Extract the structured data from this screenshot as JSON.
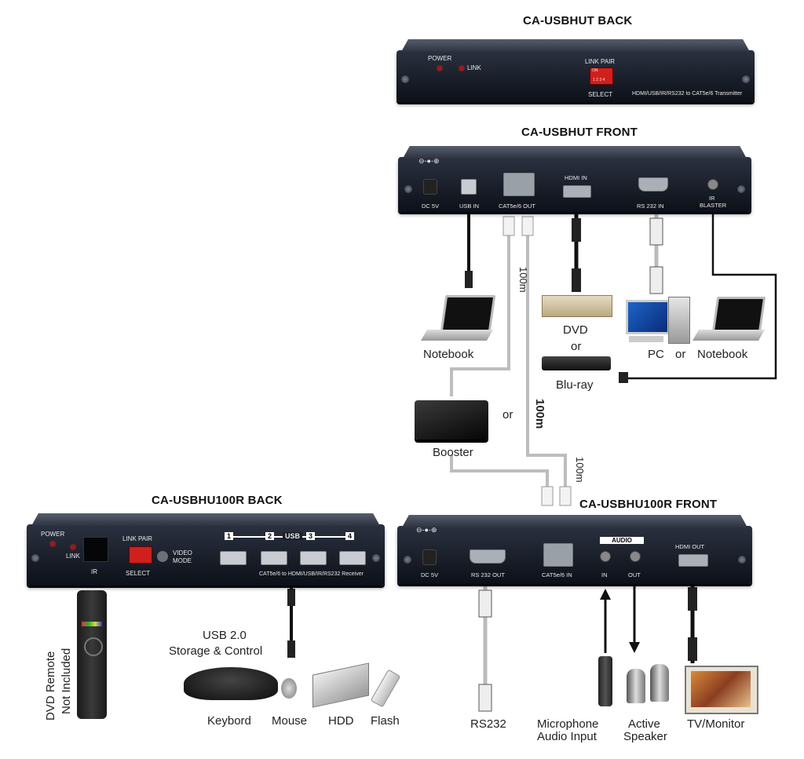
{
  "titles": {
    "tx_back": "CA-USBHUT BACK",
    "tx_front": "CA-USBHUT FRONT",
    "rx_back": "CA-USBHU100R BACK",
    "rx_front": "CA-USBHU100R FRONT"
  },
  "tx_back": {
    "power": "POWER",
    "link": "LINK",
    "link_pair": "LINK PAIR",
    "select": "SELECT",
    "on": "ON",
    "dip_nums": "1 2 3 4",
    "desc": "HDMI/USB/IR/RS232 to CAT5e/6 Transmitter"
  },
  "tx_front": {
    "dc": "DC 5V",
    "usb_in": "USB IN",
    "cat_out": "CAT5e/6 OUT",
    "hdmi_in": "HDMI IN",
    "rs232_in": "RS 232 IN",
    "ir": "IR",
    "blaster": "BLASTER"
  },
  "rx_back": {
    "power": "POWER",
    "link": "LINK",
    "ir": "IR",
    "link_pair": "LINK PAIR",
    "select": "SELECT",
    "video": "VIDEO",
    "mode": "MODE",
    "usb": "USB",
    "n1": "1",
    "n2": "2",
    "n3": "3",
    "n4": "4",
    "desc": "CAT5e/6 to HDMI/USB/IR/RS232 Receiver"
  },
  "rx_front": {
    "dc": "DC 5V",
    "rs232_out": "RS 232 OUT",
    "cat_in": "CAT5e/6 IN",
    "audio": "AUDIO",
    "in": "IN",
    "out": "OUT",
    "hdmi_out": "HDMI OUT"
  },
  "labels": {
    "notebook1": "Notebook",
    "dvd": "DVD",
    "or1": "or",
    "bluray": "Blu-ray",
    "pc": "PC",
    "or2": "or",
    "notebook2": "Notebook",
    "booster": "Booster",
    "or3": "or",
    "m100a": "100m",
    "m100b": "100m",
    "m100c": "100m",
    "usb20": "USB 2.0",
    "storage": "Storage & Control",
    "keyboard": "Keybord",
    "mouse": "Mouse",
    "hdd": "HDD",
    "flash": "Flash",
    "remote1": "DVD Remote",
    "remote2": "Not Included",
    "rs232": "RS232",
    "mic1": "Microphone",
    "mic2": "Audio Input",
    "spk1": "Active",
    "spk2": "Speaker",
    "tv": "TV/Monitor"
  },
  "colors": {
    "device": "#1a1f2a",
    "cable": "#111111",
    "cat_cable": "#bdbdbd",
    "dip": "#d0201d"
  }
}
